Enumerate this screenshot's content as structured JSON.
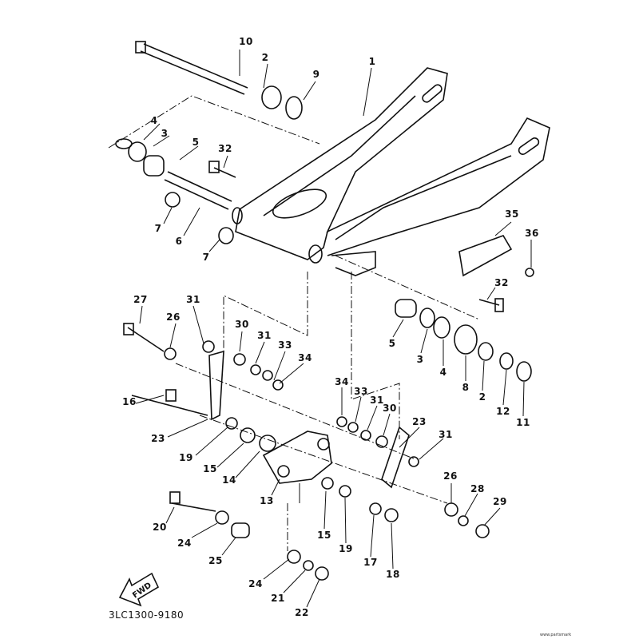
{
  "diagram_code": "3LC1300-9180",
  "fwd_label": "FWD",
  "fwd_icon": "arrow-left-icon",
  "footer_mark": "www.partsmark",
  "callouts": [
    "10",
    "2",
    "9",
    "1",
    "4",
    "3",
    "5",
    "32",
    "7",
    "6",
    "7",
    "35",
    "36",
    "32",
    "27",
    "31",
    "26",
    "30",
    "31",
    "33",
    "34",
    "5",
    "3",
    "4",
    "8",
    "2",
    "12",
    "11",
    "34",
    "33",
    "31",
    "30",
    "23",
    "31",
    "16",
    "23",
    "19",
    "15",
    "14",
    "13",
    "26",
    "28",
    "29",
    "15",
    "19",
    "17",
    "18",
    "20",
    "24",
    "25",
    "24",
    "21",
    "22"
  ],
  "colors": {
    "ink": "#111111",
    "paper": "#ffffff"
  }
}
